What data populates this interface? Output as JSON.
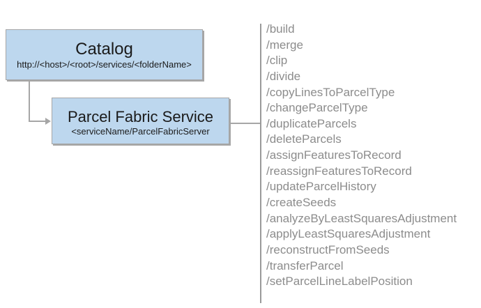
{
  "catalog_box": {
    "title": "Catalog",
    "subtitle": "http://<host>/<root>/services/<folderName>"
  },
  "service_box": {
    "title": "Parcel Fabric Service",
    "subtitle": "<serviceName/ParcelFabricServer"
  },
  "operations": [
    "/build",
    "/merge",
    "/clip",
    "/divide",
    "/copyLinesToParcelType",
    "/changeParcelType",
    "/duplicateParcels",
    "/deleteParcels",
    "/assignFeaturesToRecord",
    "/reassignFeaturesToRecord",
    "/updateParcelHistory",
    "/createSeeds",
    "/analyzeByLeastSquaresAdjustment",
    "/applyLeastSquaresAdjustment",
    "/reconstructFromSeeds",
    "/transferParcel",
    "/setParcelLineLabelPosition"
  ],
  "colors": {
    "box_fill": "#BDD7EE",
    "box_border": "#A6A6A6",
    "connector": "#A6A6A6",
    "separator": "#9A9A9A",
    "operation_text": "#8C8C8C",
    "title_text": "#1A1A1A",
    "background": "#FFFFFF"
  }
}
